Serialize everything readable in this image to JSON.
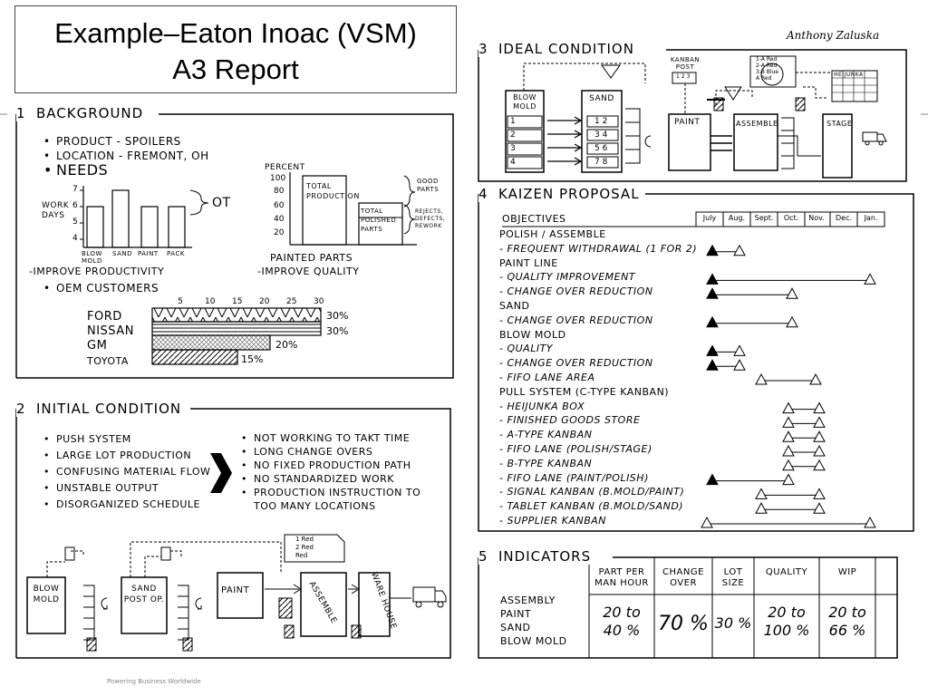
{
  "title": {
    "line1": "Example–Eaton Inoac (VSM)",
    "line2": "A3 Report"
  },
  "signature_text": "Anthony Zaluska",
  "footer": "Powering Business Worldwide",
  "background": {
    "number": "1",
    "heading": "Background",
    "bullets": [
      "Product - Spoilers",
      "Location - Fremont, OH",
      "Needs"
    ],
    "work_chart": {
      "ylabel": "Work Days",
      "y_ticks": [
        "7",
        "6",
        "5",
        "4"
      ],
      "categories": [
        "Blow Mold",
        "Sand",
        "Paint",
        "Pack"
      ],
      "bracket_label": "OT",
      "note": "-Improve Productivity"
    },
    "parts_chart": {
      "ylabel": "Percent",
      "y_ticks": [
        "100",
        "80",
        "60",
        "40",
        "20"
      ],
      "bar1": "Total Production",
      "bar2": "Total Polished Parts",
      "label_good": "Good Parts",
      "label_rejects": "Rejects, Defects, Rework",
      "xlabel": "Painted Parts",
      "note": "-Improve Quality"
    },
    "oem_heading": "OEM Customers",
    "oem_ticks": [
      "5",
      "10",
      "15",
      "20",
      "25",
      "30"
    ],
    "customers": [
      {
        "name": "Ford",
        "pct": "30%"
      },
      {
        "name": "Nissan",
        "pct": "30%"
      },
      {
        "name": "GM",
        "pct": "20%"
      },
      {
        "name": "Toyota",
        "pct": "15%"
      }
    ]
  },
  "initial": {
    "number": "2",
    "heading": "Initial Condition",
    "left": [
      "Push System",
      "Large Lot Production",
      "Confusing Material Flow",
      "Unstable Output",
      "Disorganized Schedule"
    ],
    "right": [
      "Not Working To Takt Time",
      "Long Change Overs",
      "No Fixed Production Path",
      "No Standardized Work",
      "Production Instruction To",
      "Too Many Locations"
    ],
    "flow": {
      "blow_mold": "Blow Mold",
      "sand": "Sand Post Op.",
      "paint": "Paint",
      "assemble": "Assemble",
      "warehouse": "Ware House",
      "flag_lines": [
        "1 Red",
        "2 Red",
        "Red"
      ]
    }
  },
  "ideal": {
    "number": "3",
    "heading": "Ideal Condition",
    "blow_mold": "Blow Mold",
    "sand": "Sand",
    "sand_pairs": [
      "1 2",
      "3 4",
      "5 6",
      "7 8"
    ],
    "blow_rows": [
      "1",
      "2",
      "3",
      "4"
    ],
    "kanban_post": "Kanban Post",
    "kanban_cells": [
      "1",
      "2",
      "3"
    ],
    "paint": "Paint",
    "assemble": "Assemble",
    "stage": "Stage",
    "heijunka": "Heijunka",
    "legend_lines": [
      "1-A Red",
      "2-A Red",
      "3-B Blue",
      "A Red"
    ]
  },
  "kaizen": {
    "number": "4",
    "heading": "Kaizen Proposal",
    "objectives_label": "Objectives",
    "months": [
      "July",
      "Aug.",
      "Sept.",
      "Oct.",
      "Nov.",
      "Dec.",
      "Jan."
    ],
    "rows": [
      {
        "type": "cat",
        "text": "Polish / Assemble"
      },
      {
        "type": "item",
        "text": "- Frequent Withdrawal (1 for 2)"
      },
      {
        "type": "cat",
        "text": "Paint Line"
      },
      {
        "type": "item",
        "text": "- Quality Improvement"
      },
      {
        "type": "item",
        "text": "- Change Over Reduction"
      },
      {
        "type": "cat",
        "text": "Sand"
      },
      {
        "type": "item",
        "text": "- Change Over Reduction"
      },
      {
        "type": "cat",
        "text": "Blow Mold"
      },
      {
        "type": "item",
        "text": "- Quality"
      },
      {
        "type": "item",
        "text": "- Change Over Reduction"
      },
      {
        "type": "item",
        "text": "- FIFO Lane Area"
      },
      {
        "type": "cat",
        "text": "Pull System (C-Type Kanban)"
      },
      {
        "type": "item",
        "text": "- Heijunka Box"
      },
      {
        "type": "item",
        "text": "- Finished Goods Store"
      },
      {
        "type": "item",
        "text": "- A-Type Kanban"
      },
      {
        "type": "item",
        "text": "- FIFO Lane (Polish/Stage)"
      },
      {
        "type": "item",
        "text": "- B-Type Kanban"
      },
      {
        "type": "item",
        "text": "- FIFO Lane (Paint/Polish)"
      },
      {
        "type": "item",
        "text": "- Signal Kanban (B.Mold/Paint)"
      },
      {
        "type": "item",
        "text": "- Tablet Kanban (B.Mold/Sand)"
      },
      {
        "type": "item",
        "text": "- Supplier Kanban"
      }
    ]
  },
  "indicators": {
    "number": "5",
    "heading": "Indicators",
    "processes": [
      "Assembly",
      "Paint",
      "Sand",
      "Blow Mold"
    ],
    "columns": [
      {
        "label": "Part Per Man Hour",
        "value": "20 to 40 %"
      },
      {
        "label": "Change Over",
        "value": "70 %"
      },
      {
        "label": "Lot Size",
        "value": "30 %"
      },
      {
        "label": "Quality",
        "value": "20 to 100 %"
      },
      {
        "label": "WIP",
        "value": "20 to 66 %"
      }
    ]
  }
}
